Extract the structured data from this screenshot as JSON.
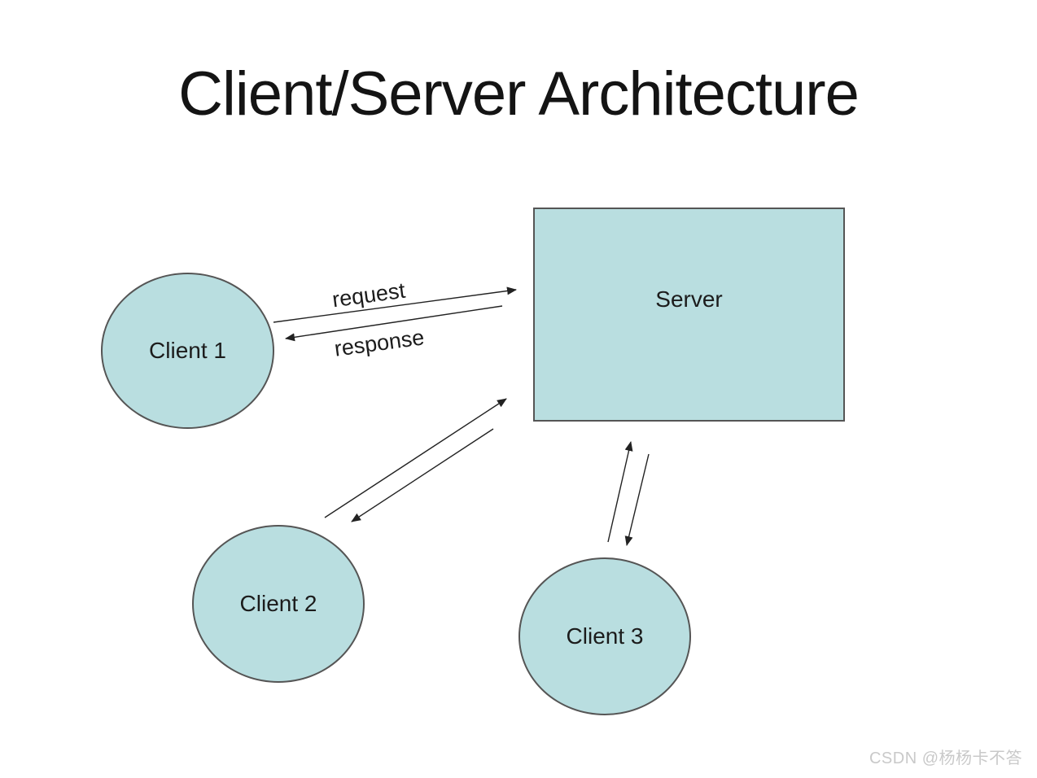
{
  "title": "Client/Server Architecture",
  "diagram": {
    "nodes": [
      {
        "id": "server",
        "label": "Server",
        "shape": "rectangle"
      },
      {
        "id": "client1",
        "label": "Client 1",
        "shape": "ellipse"
      },
      {
        "id": "client2",
        "label": "Client 2",
        "shape": "ellipse"
      },
      {
        "id": "client3",
        "label": "Client 3",
        "shape": "ellipse"
      }
    ],
    "edges": [
      {
        "from": "client1",
        "to": "server",
        "label": "request"
      },
      {
        "from": "server",
        "to": "client1",
        "label": "response"
      },
      {
        "from": "client2",
        "to": "server",
        "label": ""
      },
      {
        "from": "server",
        "to": "client2",
        "label": ""
      },
      {
        "from": "client3",
        "to": "server",
        "label": ""
      },
      {
        "from": "server",
        "to": "client3",
        "label": ""
      }
    ],
    "node_fill": "#b9dee0",
    "node_stroke": "#555555",
    "edge_color": "#222222"
  },
  "watermark": "CSDN @杨杨卡不答"
}
